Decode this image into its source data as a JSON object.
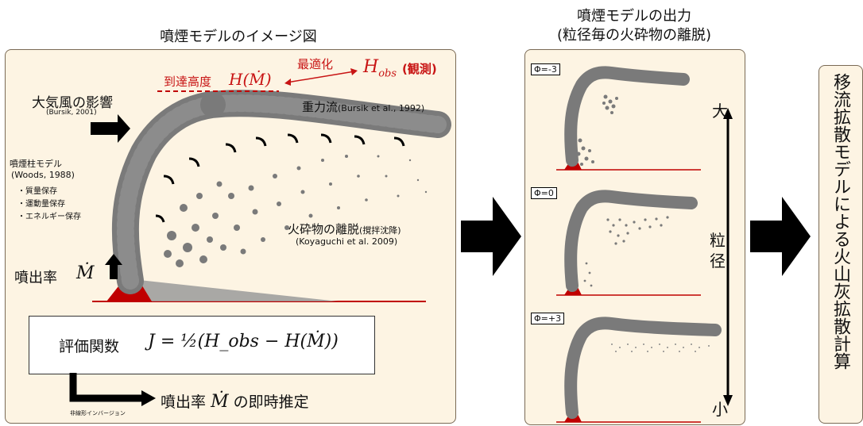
{
  "left_panel": {
    "title": "噴煙モデルのイメージ図",
    "wind_label": "大気風の影響",
    "wind_cite": "(Bursik, 2001)",
    "plume_model_label": "噴煙柱モデル",
    "plume_model_cite": "(Woods, 1988)",
    "conservation_items": [
      "・質量保存",
      "・運動量保存",
      "・エネルギー保存"
    ],
    "reach_height_label": "到達高度",
    "reach_height_symbol": "H(Ṁ)",
    "optimize_label": "最適化",
    "hobs_symbol": "H",
    "hobs_sub": "obs",
    "observation_label": "(観測)",
    "gravity_flow_label": "重力流",
    "gravity_flow_cite": "(Bursik et al., 1992)",
    "fallout_label": "火砕物の離脱",
    "fallout_paren": "(撹拌沈降)",
    "fallout_cite": "(Koyaguchi et al. 2009)",
    "eruption_rate_label": "噴出率",
    "eruption_rate_symbol": "Ṁ",
    "eval_label": "評価関数",
    "eval_equation": "J = ½(H_obs − H(Ṁ))",
    "inversion_label": "非線形インバージョン",
    "estimate_label_pre": "噴出率",
    "estimate_symbol": "Ṁ",
    "estimate_label_post": "の即時推定"
  },
  "middle_panel": {
    "title_line1": "噴煙モデルの出力",
    "title_line2": "(粒径毎の火砕物の離脱)",
    "cases": [
      {
        "label": "Φ=-3"
      },
      {
        "label": "Φ=0"
      },
      {
        "label": "Φ=+3"
      }
    ],
    "large_label": "大",
    "small_label": "小",
    "size_label": "粒径"
  },
  "right_panel": {
    "text": "移流拡散モデルによる火山灰拡散計算"
  },
  "colors": {
    "panel_bg": "#fdf4e3",
    "plume": "#7a7a7a",
    "volcano": "#c00000",
    "red_text": "#c81414",
    "arrow": "#000000"
  }
}
